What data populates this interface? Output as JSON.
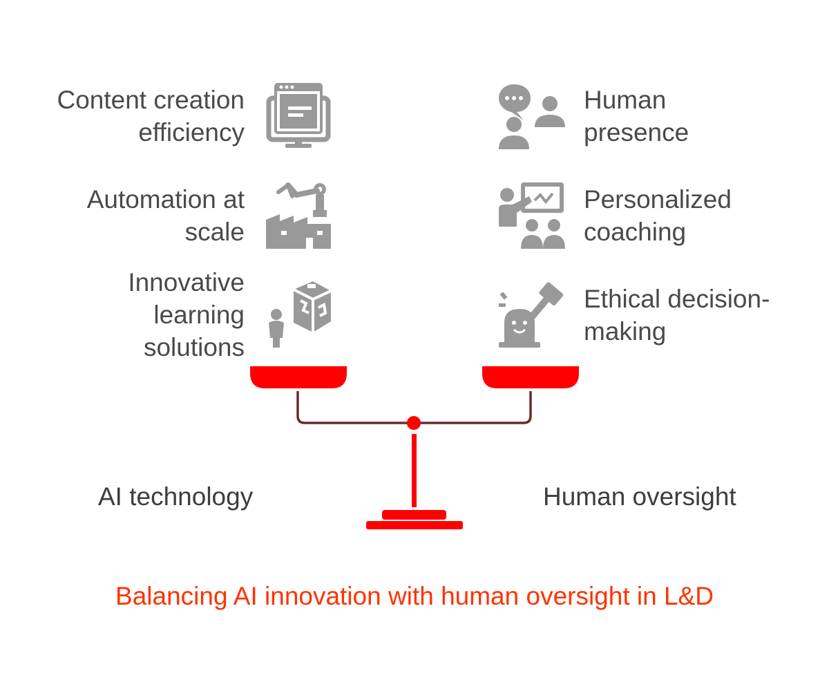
{
  "colors": {
    "text": "#4a4a4a",
    "icon": "#999999",
    "accent": "#ff0000",
    "beam": "#6b2a2a",
    "caption": "#ff3300"
  },
  "left_items": [
    {
      "lines": [
        "Content creation",
        "efficiency"
      ],
      "icon": "monitor-icon"
    },
    {
      "lines": [
        "Automation at",
        "scale"
      ],
      "icon": "robot-factory-icon"
    },
    {
      "lines": [
        "Innovative",
        "learning",
        "solutions"
      ],
      "icon": "learner-puzzle-icon"
    }
  ],
  "right_items": [
    {
      "lines": [
        "Human",
        "presence"
      ],
      "icon": "people-chat-icon"
    },
    {
      "lines": [
        "Personalized",
        "coaching"
      ],
      "icon": "coach-board-icon"
    },
    {
      "lines": [
        "Ethical decision-",
        "making"
      ],
      "icon": "gavel-person-icon"
    }
  ],
  "scale": {
    "left_label": "AI technology",
    "right_label": "Human oversight"
  },
  "caption": "Balancing AI innovation with human oversight in L&D"
}
